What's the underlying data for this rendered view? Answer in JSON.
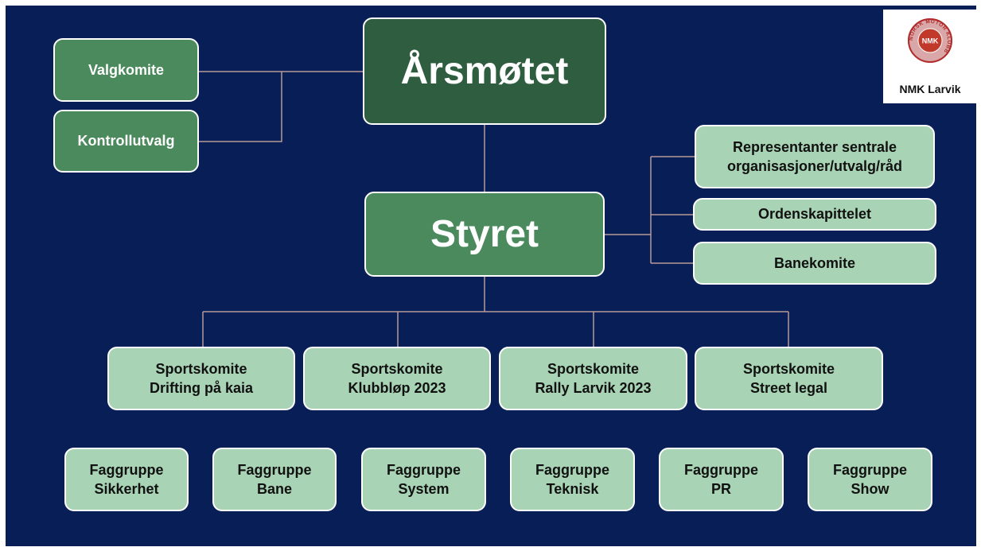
{
  "colors": {
    "background": "#071e57",
    "dark_green": "#2f5d3f",
    "mid_green": "#4a8a5c",
    "light_green": "#a8d3b4",
    "connector": "#b79a9a"
  },
  "logo": {
    "name": "NMK Larvik",
    "seal_text": "NMK",
    "seal_ring": "NORSK MOTOR KLUBB"
  },
  "top": {
    "arsmotet": "Årsmøtet",
    "valgkomite": "Valgkomite",
    "kontrollutvalg": "Kontrollutvalg"
  },
  "middle": {
    "styret": "Styret"
  },
  "right": {
    "representanter": "Representanter sentrale\norganisasjoner/utvalg/råd",
    "ordenskapittelet": "Ordenskapittelet",
    "banekomite": "Banekomite"
  },
  "sportskomiteer": [
    "Sportskomite\nDrifting på kaia",
    "Sportskomite\nKlubbløp 2023",
    "Sportskomite\nRally Larvik 2023",
    "Sportskomite\nStreet legal"
  ],
  "faggrupper": [
    "Faggruppe\nSikkerhet",
    "Faggruppe\nBane",
    "Faggruppe\nSystem",
    "Faggruppe\nTeknisk",
    "Faggruppe\nPR",
    "Faggruppe\nShow"
  ]
}
